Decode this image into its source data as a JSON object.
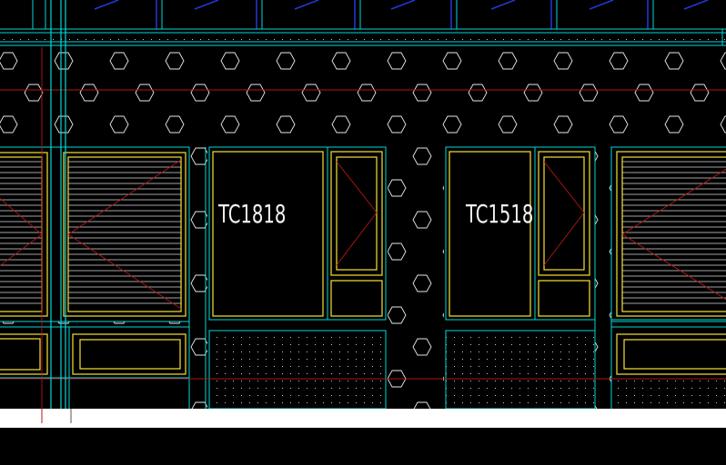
{
  "drawing": {
    "window_labels": [
      {
        "id": "w1",
        "text": "TC1818"
      },
      {
        "id": "w2",
        "text": "TC1518"
      }
    ]
  },
  "colors": {
    "background": "#000000",
    "cyan": "#00d8d8",
    "yellow": "#e6d230",
    "red": "#b01818",
    "blue": "#2438d8",
    "white": "#ffffff",
    "hatch": "#e8e8e8"
  }
}
